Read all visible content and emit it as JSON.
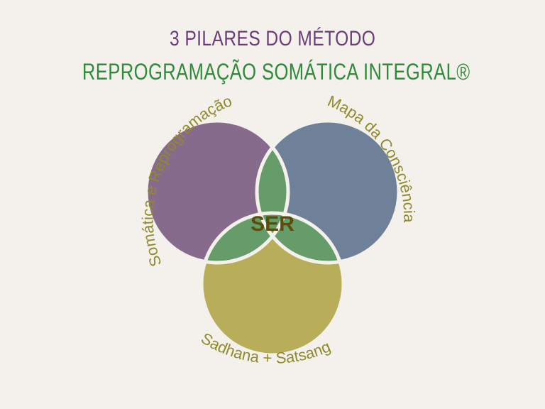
{
  "title": {
    "line1": "3 PILARES DO MÉTODO",
    "line2": "REPROGRAMAÇÃO SOMÁTICA INTEGRAL®"
  },
  "pillars": {
    "left": "Somática e Reprogramação",
    "right": "Mapa da Consciência",
    "bottom": "Sadhana + Satsang"
  },
  "center": "SER",
  "colors": {
    "background": "#f4f1ec",
    "left_circle": "#876b8c",
    "right_circle": "#6e8199",
    "bottom_circle": "#b8ae5a",
    "overlap": "#669b6a",
    "title_line1": "#6a3d78",
    "title_line2": "#2f8a3a",
    "pillar_text": "#8f8a2c",
    "center_text": "#5a4e0a"
  }
}
